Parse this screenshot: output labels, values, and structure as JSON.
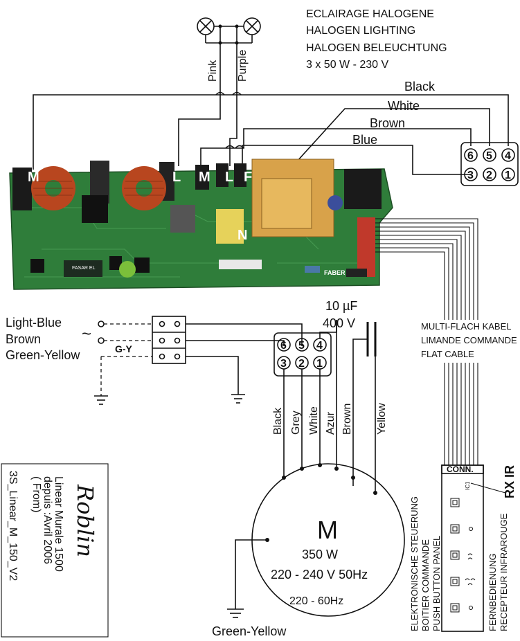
{
  "lighting": {
    "line1": "ECLAIRAGE HALOGENE",
    "line2": "HALOGEN LIGHTING",
    "line3": "HALOGEN BELEUCHTUNG",
    "line4": "3 x 50 W - 230 V"
  },
  "lamp_wires": {
    "pink": "Pink",
    "purple": "Purple"
  },
  "top_wires": {
    "black": "Black",
    "white": "White",
    "brown": "Brown",
    "blue": "Blue"
  },
  "pcb_labels": {
    "m_left": "M",
    "l_mid": "L",
    "m2": "M",
    "l2": "L",
    "f": "F",
    "n": "N"
  },
  "pcb_print": {
    "fasar": "FASAR EL",
    "faber": "FABER"
  },
  "connector_top": {
    "p6": "6",
    "p5": "5",
    "p4": "4",
    "p3": "3",
    "p2": "2",
    "p1": "1"
  },
  "connector_bottom": {
    "p6": "6",
    "p5": "5",
    "p4": "4",
    "p3": "3",
    "p2": "2",
    "p1": "1"
  },
  "mains": {
    "light_blue": "Light-Blue",
    "brown": "Brown",
    "green_yellow": "Green-Yellow",
    "gy": "G-Y",
    "tilde": "~"
  },
  "capacitor": {
    "value": "10 µF",
    "voltage": "400 V"
  },
  "motor_wires": {
    "black": "Black",
    "grey": "Grey",
    "white": "White",
    "azur": "Azur",
    "brown": "Brown",
    "yellow": "Yellow"
  },
  "motor": {
    "symbol": "M",
    "power": "350 W",
    "voltage": "220 - 240 V 50Hz",
    "alt": "220 - 60Hz",
    "ground": "Green-Yellow"
  },
  "flat_cable": {
    "line1": "MULTI-FLACH KABEL",
    "line2": "LIMANDE COMMANDE",
    "line3": "FLAT CABLE"
  },
  "panel": {
    "conn": "CONN.",
    "ic": "IC1",
    "rx_ir": "RX IR",
    "left1": "ELEKTRONISCHE STEUERUNG",
    "left2": "BOITIER COMMANDE",
    "left3": "PUSH BUTTON PANEL",
    "right1": "FERNBEDIENUNG",
    "right2": "RECEPTEUR INFRAROUGE"
  },
  "stamp": {
    "brand": "Roblin",
    "line1": "Linear Murale 1500",
    "line2": "depuis :Avril 2006",
    "line3": "( From)",
    "line4": "3S_Linear_M_150_V2"
  },
  "colors": {
    "pcb_green": "#2f7d3a",
    "transformer": "#d8a24a",
    "coil": "#b8461f",
    "capacitor_yellow": "#e6d25a",
    "connector_red": "#c0392b"
  }
}
